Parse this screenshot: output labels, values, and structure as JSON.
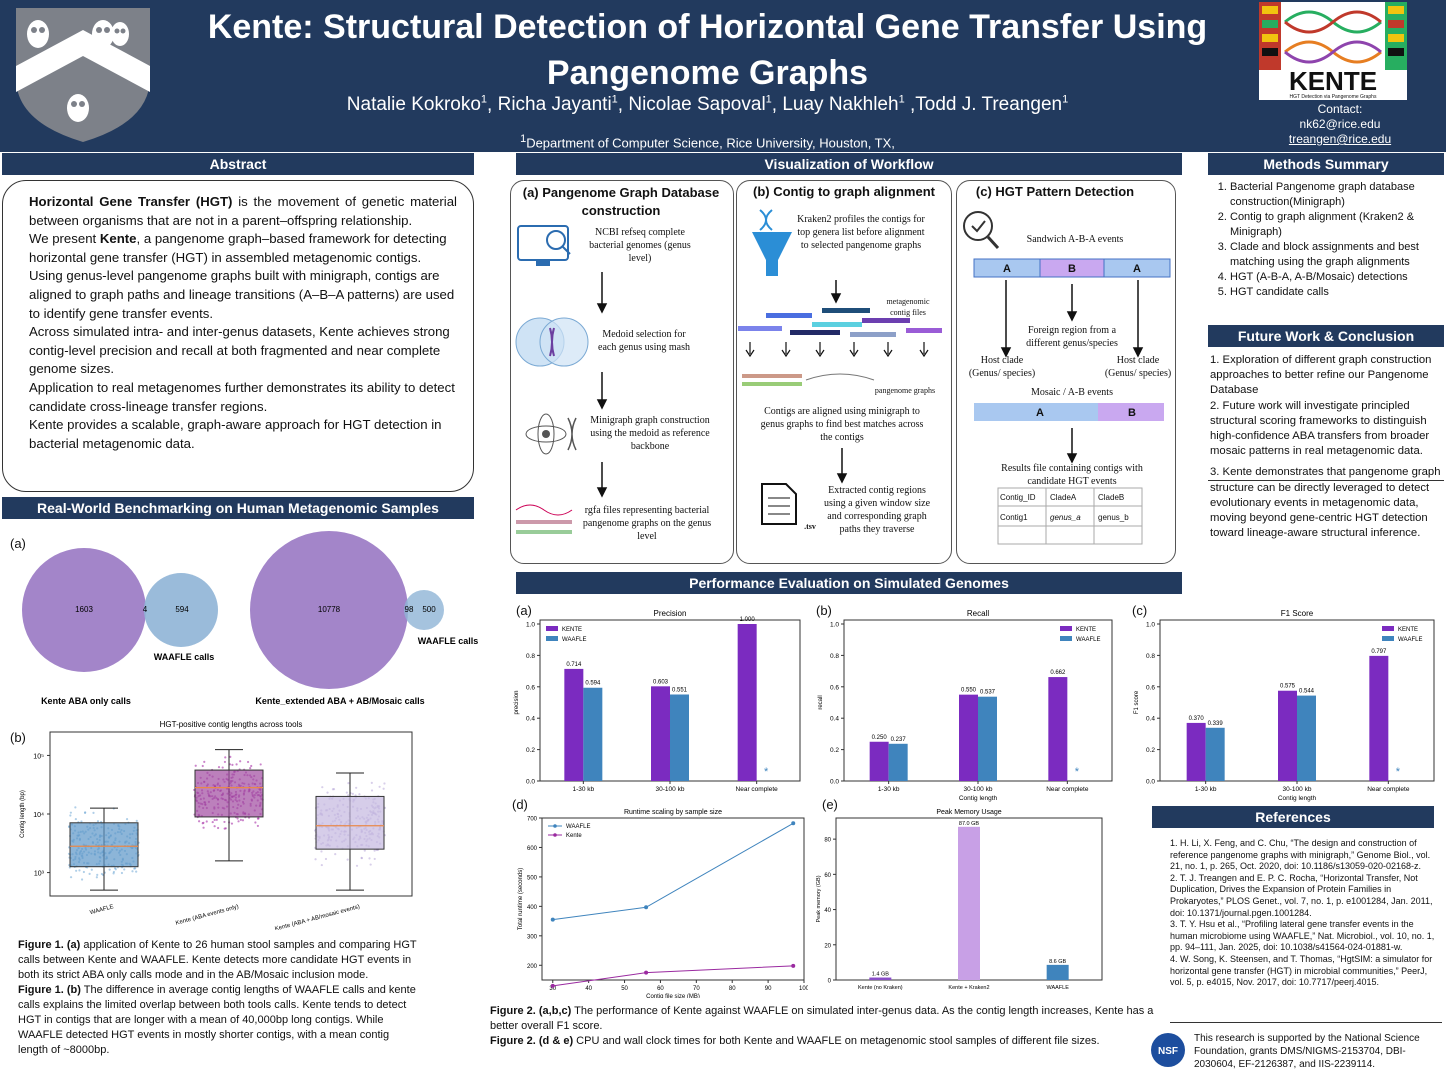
{
  "header": {
    "title_line1": "Kente: Structural Detection of Horizontal Gene Transfer Using",
    "title_line2": "Pangenome Graphs",
    "authors": [
      {
        "name": "Natalie Kokroko",
        "sup": "1",
        "sep": ", "
      },
      {
        "name": "Richa Jayanti",
        "sup": "1",
        "sep": ", "
      },
      {
        "name": "Nicolae Sapoval",
        "sup": "1",
        "sep": ", "
      },
      {
        "name": "Luay Nakhleh",
        "sup": "1",
        "sep": " ,"
      },
      {
        "name": "Todd J. Treangen",
        "sup": "1",
        "sep": ""
      }
    ],
    "affiliation_sup": "1",
    "affiliation": "Department of Computer Science, Rice University, Houston, TX,",
    "logo_word": "KENTE",
    "logo_sub": "HGT Detection via Pangenome Graphs",
    "contact_label": "Contact:",
    "contact_1": "nk62@rice.edu",
    "contact_2": "treangen@rice.edu"
  },
  "sections": {
    "abstract": "Abstract",
    "workflow": "Visualization of Workflow",
    "methods": "Methods Summary",
    "future": "Future Work & Conclusion",
    "realworld": "Real-World Benchmarking on Human Metagenomic Samples",
    "performance": "Performance Evaluation on Simulated Genomes",
    "references": "References"
  },
  "abstract": {
    "p1_bold": "Horizontal Gene Transfer (HGT)",
    "p1_rest": " is the movement of genetic material between organisms that are not in a parent–offspring relationship.",
    "p2_a": "We present ",
    "p2_bold": "Kente",
    "p2_b": ", a pangenome graph–based framework for detecting horizontal gene transfer (HGT) in assembled metagenomic contigs. Using genus-level pangenome graphs built with minigraph, contigs are aligned to graph paths and lineage transitions (A–B–A patterns) are used to identify gene transfer events.",
    "p3": "Across simulated intra- and inter-genus datasets, Kente achieves strong contig-level precision and recall at both fragmented and near complete genome sizes.",
    "p4": "Application to real metagenomes further demonstrates its ability to detect candidate cross-lineage transfer regions.",
    "p5": "Kente provides a scalable, graph-aware approach for HGT detection in bacterial metagenomic data."
  },
  "workflow": {
    "a_title": "(a) Pangenome Graph Database construction",
    "a_t1": "NCBI refseq complete bacterial genomes (genus level)",
    "a_t2": "Medoid selection for each genus using mash",
    "a_t3": "Minigraph graph construction using the medoid as reference backbone",
    "a_t4": "rgfa files representing bacterial pangenome graphs on the genus level",
    "b_title": "(b) Contig to graph alignment",
    "b_t1": "Kraken2 profiles the contigs for top genera list before alignment to selected pangenome graphs",
    "b_t2": "metagenomic contig files",
    "b_t3": "pangenome graphs",
    "b_t4": "Contigs are aligned using minigraph to genus graphs to find best matches across the contigs",
    "b_t5": "Extracted contig regions using a given window size and corresponding graph paths they traverse",
    "b_tsv": ".tsv",
    "c_title": "(c) HGT Pattern Detection",
    "c_t1": "Sandwich A-B-A events",
    "c_seg_a": "A",
    "c_seg_b": "B",
    "c_t2": "Foreign region from a different genus/species",
    "c_t3": "Host clade (Genus/ species)",
    "c_t4": "Host clade (Genus/ species)",
    "c_t5": "Mosaic / A-B events",
    "c_t6": "Results file containing contigs with candidate  HGT events",
    "table_head": [
      "Contig_ID",
      "CladeA",
      "CladeB"
    ],
    "table_row": [
      "Contig1",
      "genus_a",
      "genus_b"
    ]
  },
  "methods": [
    "Bacterial Pangenome graph database construction(Minigraph)",
    "Contig to graph alignment (Kraken2 & Minigraph)",
    "Clade and block assignments and best matching using the graph alignments",
    "HGT (A-B-A, A-B/Mosaic) detections",
    "HGT candidate calls"
  ],
  "future": {
    "f1": "1. Exploration of different graph construction approaches to better refine our Pangenome Database",
    "f2": "2. Future work will investigate principled structural scoring frameworks to distinguish high-confidence ABA transfers from broader mosaic patterns in real metagenomic data.",
    "f3": "3. Kente demonstrates that pangenome graph structure can be directly leveraged to detect evolutionary events in metagenomic data, moving beyond gene-centric HGT detection toward lineage-aware structural inference."
  },
  "references": [
    "1. H. Li, X. Feng, and C. Chu, “The design and construction of reference pangenome graphs with minigraph,” Genome Biol., vol. 21, no. 1, p. 265, Oct. 2020, doi: 10.1186/s13059-020-02168-z.",
    "2. T. J. Treangen and E. P. C. Rocha, “Horizontal Transfer, Not Duplication, Drives the Expansion of Protein Families in Prokaryotes,” PLOS Genet., vol. 7, no. 1, p. e1001284, Jan. 2011, doi: 10.1371/journal.pgen.1001284.",
    "3. T. Y. Hsu et al., “Profiling lateral gene transfer events in the human microbiome using WAAFLE,” Nat. Microbiol., vol. 10, no. 1, pp. 94–111, Jan. 2025, doi: 10.1038/s41564-024-01881-w.",
    "4. W. Song, K. Steensen, and T. Thomas, “HgtSIM: a simulator for horizontal gene transfer (HGT) in microbial communities,” PeerJ, vol. 5, p. e4015, Nov. 2017, doi: 10.7717/peerj.4015."
  ],
  "support": "This research is supported by the National Science Foundation, grants DMS/NIGMS-2153704, DBI-2030604, EF-2126387, and IIS-2239114.",
  "nsf_label": "NSF",
  "fig1": {
    "label_a": "(a)",
    "label_b": "(b)",
    "cap_a_bold": "Figure 1. (a)",
    "cap_a": " application of Kente to 26 human stool samples and comparing HGT calls between Kente and WAAFLE. Kente detects more candidate HGT events in both its  strict ABA only calls mode and in the AB/Mosaic inclusion mode.",
    "cap_b_bold": "Figure 1. (b)",
    "cap_b": "  The difference in average contig lengths of WAAFLE calls and kente calls explains the limited overlap between both tools calls. Kente tends to detect HGT in contigs that are longer with a mean of  40,000bp long contigs. While WAAFLE detected HGT events in mostly shorter contigs, with a mean contig length of ~8000bp."
  },
  "fig2": {
    "label_a": "(a)",
    "label_b": "(b)",
    "label_c": "(c)",
    "label_d": "(d)",
    "label_e": "(e)",
    "cap1_bold": "Figure 2. (a,b,c)",
    "cap1": " The performance of Kente against WAAFLE on simulated inter-genus data. As the contig length increases, Kente has a better overall F1 score.",
    "cap2_bold": "Figure 2. (d & e)",
    "cap2": "  CPU and wall clock times for both Kente and WAAFLE on metagenomic stool samples of different file sizes."
  },
  "colors": {
    "navy": "#223a5e",
    "kente": "#7b2bc0",
    "waafle": "#3f84bd",
    "venn_kente": "#9370bf",
    "venn_waafle": "#8fb4d6"
  },
  "chart_data": [
    {
      "type": "venn",
      "sets": [
        "Kente ABA only calls",
        "WAAFLE calls"
      ],
      "only_a": 1603,
      "overlap": 4,
      "only_b": 594
    },
    {
      "type": "venn",
      "sets": [
        "Kente_extended ABA + AB/Mosaic calls",
        "WAAFLE calls"
      ],
      "only_a": 10778,
      "overlap": 98,
      "only_b": 500
    },
    {
      "type": "box",
      "title": "HGT-positive contig lengths across tools",
      "ylabel": "Contig length (bp)",
      "yscale": "log",
      "yticks": [
        "10³",
        "10⁴",
        "10⁵"
      ],
      "categories": [
        "WAAFLE",
        "Kente (ABA events only)",
        "Kente (ABA + AB/mosaic events)"
      ],
      "log10_stats": [
        {
          "whisker_low": 2.7,
          "q1": 3.1,
          "median": 3.45,
          "q3": 3.85,
          "whisker_high": 4.1
        },
        {
          "whisker_low": 3.2,
          "q1": 3.95,
          "median": 4.45,
          "q3": 4.75,
          "whisker_high": 5.1
        },
        {
          "whisker_low": 2.7,
          "q1": 3.4,
          "median": 3.8,
          "q3": 4.3,
          "whisker_high": 4.7
        }
      ]
    },
    {
      "type": "bar",
      "title": "Precision",
      "ylabel": "precision",
      "xlabel": "",
      "categories": [
        "1-30 kb",
        "30-100 kb",
        "Near complete"
      ],
      "ylim": [
        0,
        1.0
      ],
      "yticks": [
        "0.0",
        "0.2",
        "0.4",
        "0.6",
        "0.8",
        "1.0"
      ],
      "series": [
        {
          "name": "KENTE",
          "values": [
            0.714,
            0.603,
            1.0
          ],
          "labels": [
            "0.714",
            "0.603",
            "1.000"
          ]
        },
        {
          "name": "WAAFLE",
          "values": [
            0.594,
            0.551,
            null
          ],
          "labels": [
            "0.594",
            "0.551",
            "*"
          ]
        }
      ]
    },
    {
      "type": "bar",
      "title": "Recall",
      "ylabel": "recall",
      "xlabel": "Contig length",
      "categories": [
        "1-30 kb",
        "30-100 kb",
        "Near complete"
      ],
      "ylim": [
        0,
        1.0
      ],
      "yticks": [
        "0.0",
        "0.2",
        "0.4",
        "0.6",
        "0.8",
        "1.0"
      ],
      "series": [
        {
          "name": "KENTE",
          "values": [
            0.25,
            0.55,
            0.662
          ],
          "labels": [
            "0.250",
            "0.550",
            "0.662"
          ]
        },
        {
          "name": "WAAFLE",
          "values": [
            0.237,
            0.537,
            null
          ],
          "labels": [
            "0.237",
            "0.537",
            "*"
          ]
        }
      ]
    },
    {
      "type": "bar",
      "title": "F1 Score",
      "ylabel": "F1 score",
      "xlabel": "Contig length",
      "categories": [
        "1-30 kb",
        "30-100 kb",
        "Near complete"
      ],
      "ylim": [
        0,
        1.0
      ],
      "yticks": [
        "0.0",
        "0.2",
        "0.4",
        "0.6",
        "0.8",
        "1.0"
      ],
      "series": [
        {
          "name": "KENTE",
          "values": [
            0.37,
            0.575,
            0.797
          ],
          "labels": [
            "0.370",
            "0.575",
            "0.797"
          ]
        },
        {
          "name": "WAAFLE",
          "values": [
            0.339,
            0.544,
            null
          ],
          "labels": [
            "0.339",
            "0.544",
            "*"
          ]
        }
      ]
    },
    {
      "type": "line",
      "title": "Runtime scaling by sample size",
      "xlabel": "Contig file size (MB)",
      "ylabel": "Total runtime (seconds)",
      "xlim": [
        27,
        100
      ],
      "ylim": [
        150,
        700
      ],
      "xticks": [
        30,
        40,
        50,
        60,
        70,
        80,
        90,
        100
      ],
      "yticks": [
        200,
        300,
        400,
        500,
        600,
        700
      ],
      "series": [
        {
          "name": "WAAFLE",
          "x": [
            30,
            56,
            97
          ],
          "y": [
            355,
            397,
            682
          ]
        },
        {
          "name": "Kente",
          "x": [
            30,
            56,
            97
          ],
          "y": [
            130,
            175,
            198
          ]
        }
      ]
    },
    {
      "type": "bar",
      "title": "Peak Memory Usage",
      "ylabel": "Peak memory (GB)",
      "categories": [
        "Kente (no Kraken)",
        "Kente + Kraken2",
        "WAAFLE"
      ],
      "values": [
        1.4,
        87.0,
        8.6
      ],
      "labels": [
        "1.4 GB",
        "87.0 GB",
        "8.6 GB"
      ],
      "ylim": [
        0,
        92
      ],
      "yticks": [
        0,
        20,
        40,
        60,
        80
      ]
    }
  ]
}
